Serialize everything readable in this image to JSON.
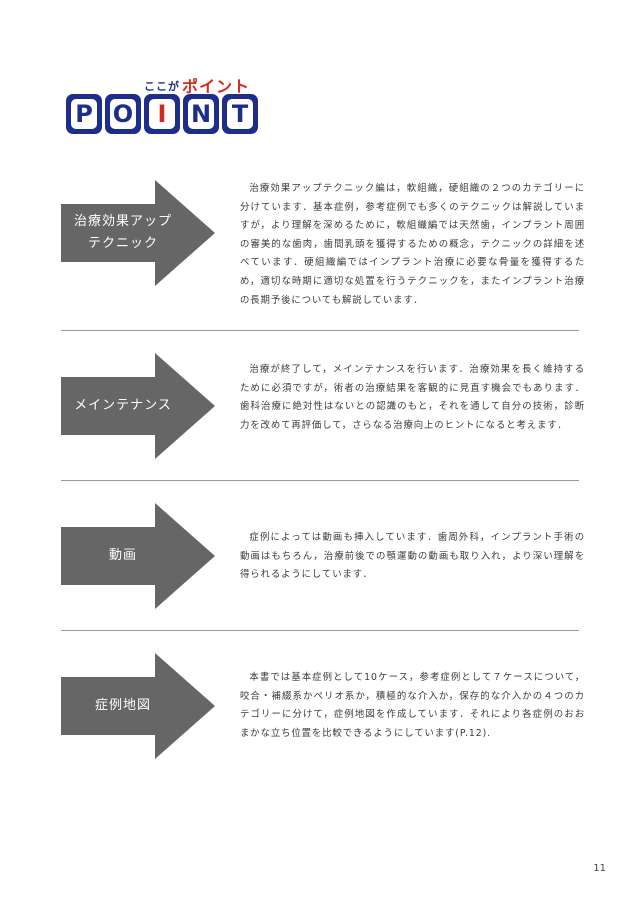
{
  "logo": {
    "tagline_small": "ここが",
    "tagline_big": "ポイント",
    "letters": [
      "P",
      "O",
      "I",
      "N",
      "T"
    ],
    "colors": {
      "navy": "#1e2c8a",
      "red": "#d42a1e"
    }
  },
  "sections": [
    {
      "label": "治療効果アップ\nテクニック",
      "text": "治療効果アップテクニック編は，軟組織，硬組織の２つのカテゴリーに分けています．基本症例，参考症例でも多くのテクニックは解説していますが，より理解を深めるために，軟組織編では天然歯，インプラント周囲の審美的な歯肉，歯間乳頭を獲得するための概念，テクニックの詳細を述べています．硬組織編ではインプラント治療に必要な骨量を獲得するため，適切な時期に適切な処置を行うテクニックを，またインプラント治療の長期予後についても解説しています．"
    },
    {
      "label": "メインテナンス",
      "text": "治療が終了して，メインテナンスを行います．治療効果を長く維持するために必須ですが，術者の治療結果を客観的に見直す機会でもあります．歯科治療に絶対性はないとの認識のもと，それを通して自分の技術，診断力を改めて再評価して，さらなる治療向上のヒントになると考えます．"
    },
    {
      "label": "動画",
      "text": "症例によっては動画も挿入しています．歯周外科，インプラント手術の動画はもちろん，治療前後での顎運動の動画も取り入れ，より深い理解を得られるようにしています．"
    },
    {
      "label": "症例地図",
      "text": "本書では基本症例として10ケース，参考症例として７ケースについて，咬合・補綴系かペリオ系か，積極的な介入か，保存的な介入かの４つのカテゴリーに分けて，症例地図を作成しています．それにより各症例のおおまかな立ち位置を比較できるようにしています(P.12)."
    }
  ],
  "arrow_color": "#666666",
  "page_number": "11"
}
